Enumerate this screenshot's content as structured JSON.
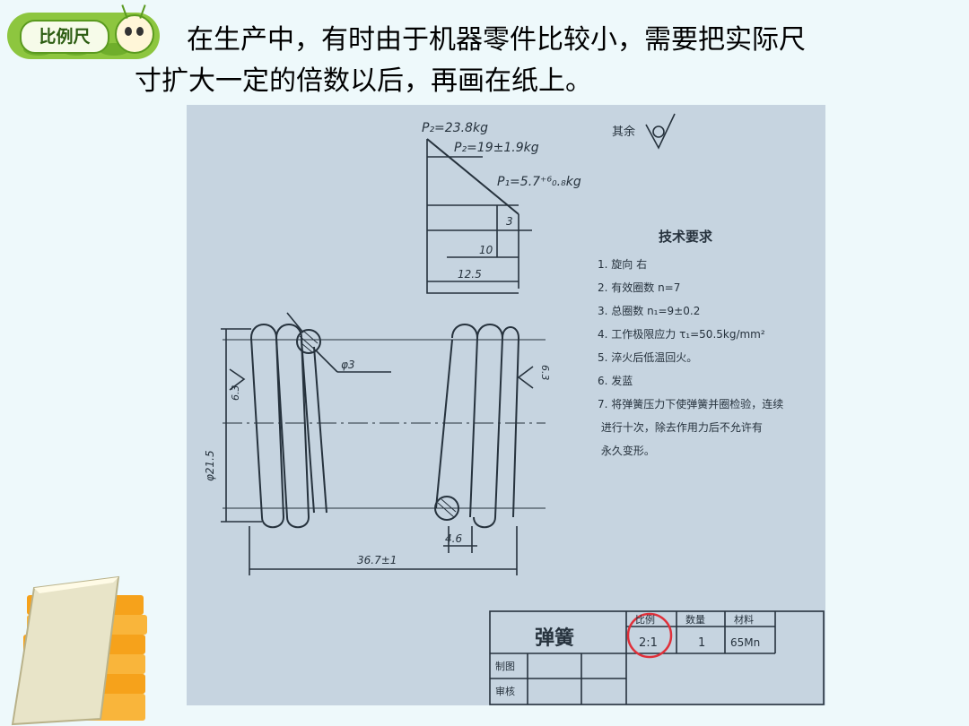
{
  "badge": {
    "label": "比例尺"
  },
  "intro": {
    "line1": "在生产中，有时由于机器零件比较小，需要把实际尺",
    "line2": "寸扩大一定的倍数以后，再画在纸上。"
  },
  "drawing": {
    "loads": {
      "p1": "P₂=23.8kg",
      "p2": "P₂=19±1.9kg",
      "p3": "P₁=5.7⁺⁶₀.₈kg"
    },
    "surface_note": "其余",
    "dims": {
      "d3": "3",
      "d10": "10",
      "d125": "12.5",
      "wire": "φ3",
      "od": "φ21.5",
      "pitch": "4.6",
      "length": "36.7±1",
      "finish_left": "6.3",
      "finish_right": "6.3"
    },
    "tech": {
      "title": "技术要求",
      "items": [
        "1. 旋向    右",
        "2. 有效圈数    n=7",
        "3. 总圈数    n₁=9±0.2",
        "4. 工作极限应力  τ₁=50.5kg/mm²",
        "5. 淬火后低温回火。",
        "6. 发蓝",
        "7. 将弹簧压力下使弹簧并圈检验，连续",
        "   进行十次，除去作用力后不允许有",
        "   永久变形。"
      ]
    },
    "title_block": {
      "part_name": "弹簧",
      "h_scale": "比例",
      "h_qty": "数量",
      "h_material": "材料",
      "scale": "2:1",
      "qty": "1",
      "material": "65Mn",
      "drawn": "制图",
      "checked": "审核"
    }
  },
  "colors": {
    "paper": "#c6d4e0",
    "ink": "#26323d",
    "highlight": "#e0303a",
    "badge": "#8dc63f"
  }
}
